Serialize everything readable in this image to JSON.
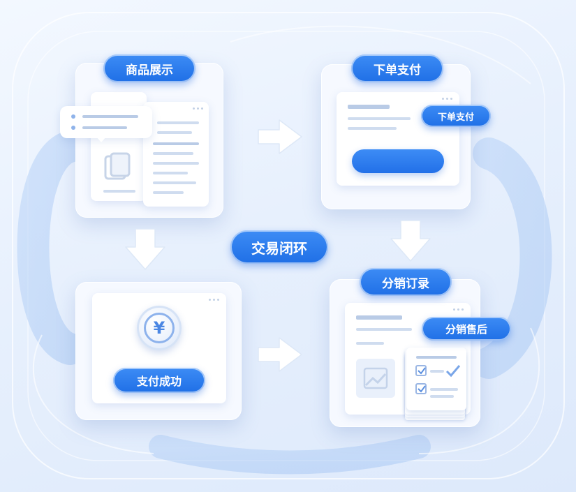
{
  "steps": {
    "display": {
      "label": "商品展示"
    },
    "order": {
      "label": "下单支付",
      "popup_label": "下单支付"
    },
    "success": {
      "label": "支付成功",
      "currency_symbol": "¥"
    },
    "distribution": {
      "label": "分销订录",
      "popup_label": "分销售后"
    }
  },
  "center": {
    "label": "交易闭环"
  },
  "colors": {
    "accent": "#2b7bec",
    "accent_dark": "#1f6fe6",
    "card": "#f6f9ff",
    "background": "#e7f0fd"
  },
  "icons": [
    "chat-bubble-icon",
    "document-icon",
    "yen-coin-icon",
    "chart-icon",
    "checklist-icon",
    "arrow-right-icon",
    "arrow-down-icon"
  ]
}
